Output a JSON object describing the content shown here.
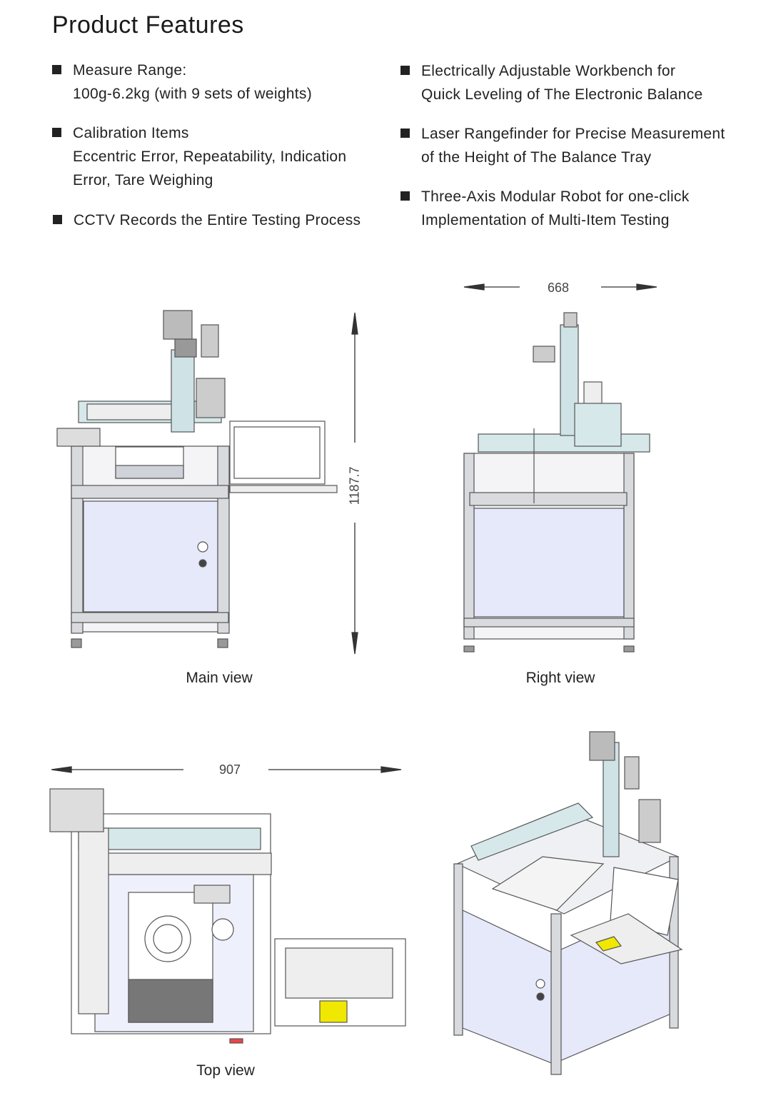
{
  "title": "Product Features",
  "features_left": [
    {
      "lines": [
        "Measure Range:",
        "100g-6.2kg (with 9 sets of weights)"
      ]
    },
    {
      "lines": [
        "Calibration Items",
        "Eccentric Error, Repeatability, Indication",
        "Error, Tare Weighing"
      ]
    },
    {
      "lines": [
        "CCTV Records the Entire Testing Process"
      ]
    }
  ],
  "features_right": [
    {
      "lines": [
        "Electrically Adjustable Workbench for",
        "Quick Leveling of The Electronic Balance"
      ]
    },
    {
      "lines": [
        "Laser Rangefinder for Precise Measurement",
        "of the Height of The Balance Tray"
      ]
    },
    {
      "lines": [
        "Three-Axis Modular Robot for one-click",
        "Implementation of Multi-Item Testing"
      ]
    }
  ],
  "views": {
    "main": {
      "caption": "Main view",
      "dimension": "1187.7"
    },
    "right": {
      "caption": "Right view",
      "dimension": "668"
    },
    "top": {
      "caption": "Top view",
      "dimension": "907"
    }
  },
  "colors": {
    "panel": "#e6e9fa",
    "frame": "#b9bcc4",
    "rail": "#cde6ea",
    "accent": "#f0e800"
  }
}
